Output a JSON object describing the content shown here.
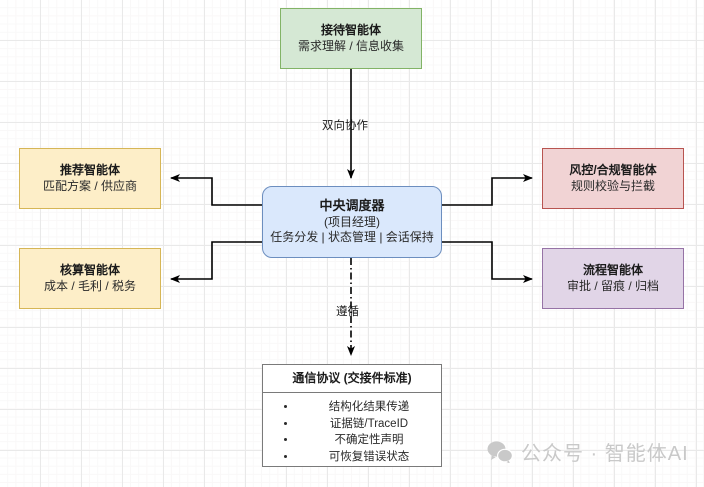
{
  "diagram": {
    "nodes": {
      "reception": {
        "title": "接待智能体",
        "subtitle": "需求理解 / 信息收集",
        "fill": "#d5e8d4",
        "stroke": "#82b366"
      },
      "recommend": {
        "title": "推荐智能体",
        "subtitle": "匹配方案 / 供应商",
        "fill": "#fdeec8",
        "stroke": "#d6b656"
      },
      "accounting": {
        "title": "核算智能体",
        "subtitle": "成本 / 毛利 / 税务",
        "fill": "#fdeec8",
        "stroke": "#d6b656"
      },
      "risk": {
        "title": "风控/合规智能体",
        "subtitle": "规则校验与拦截",
        "fill": "#f1d3d4",
        "stroke": "#b85450"
      },
      "process": {
        "title": "流程智能体",
        "subtitle": "审批 / 留痕 / 归档",
        "fill": "#e1d5e7",
        "stroke": "#9673a6"
      },
      "dispatcher": {
        "title": "中央调度器",
        "subtitle": "(项目经理)",
        "subtitle2": "任务分发 | 状态管理 | 会话保持",
        "fill": "#dae8fc",
        "stroke": "#6c8ebf"
      },
      "protocol": {
        "title": "通信协议 (交接件标准)",
        "items": [
          "结构化结果传递",
          "证据链/TraceID",
          "不确定性声明",
          "可恢复错误状态"
        ],
        "fill": "#ffffff",
        "stroke": "#7a7a7a"
      }
    },
    "edges": {
      "bidirectional_label": "双向协作",
      "follow_label": "遵循"
    },
    "watermark": {
      "icon": "wechat-icon",
      "text": "公众号 · 智能体AI",
      "color": "#c9c9c9"
    }
  }
}
